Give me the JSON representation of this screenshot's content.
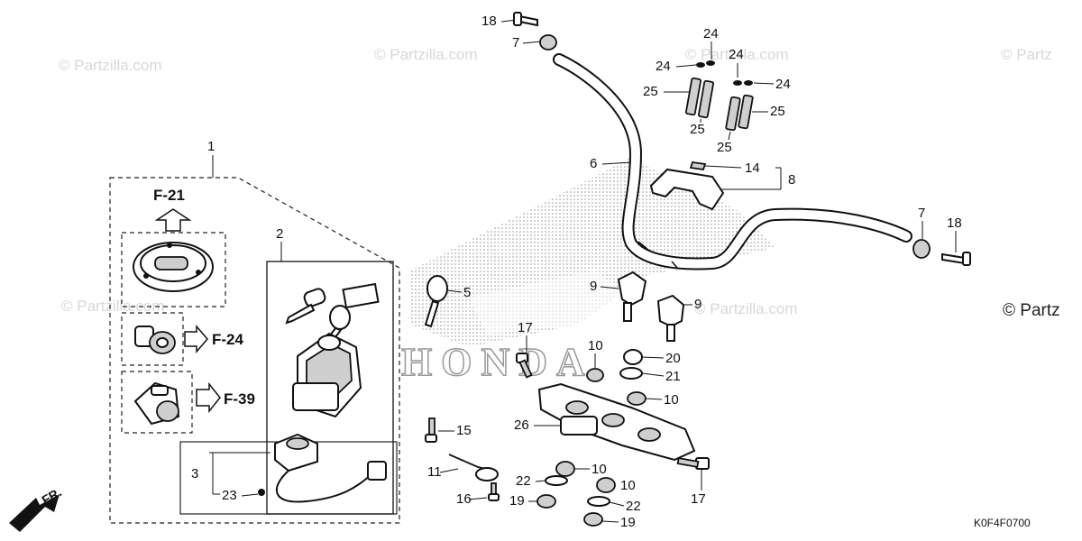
{
  "watermarks": [
    "© Partzilla.com",
    "© Partzilla.com",
    "© Partzilla.com",
    "© Partz",
    "© Partzilla.com",
    "© Partzilla.com",
    "© Partz"
  ],
  "refs": {
    "f21": "F-21",
    "f24": "F-24",
    "f39": "F-39",
    "fr": "FR."
  },
  "callouts": {
    "c1": "1",
    "c2": "2",
    "c3": "3",
    "c5": "5",
    "c6": "6",
    "c7a": "7",
    "c7b": "7",
    "c8": "8",
    "c9a": "9",
    "c9b": "9",
    "c10a": "10",
    "c10b": "10",
    "c10c": "10",
    "c10d": "10",
    "c11": "11",
    "c14": "14",
    "c15": "15",
    "c16": "16",
    "c17a": "17",
    "c17b": "17",
    "c18a": "18",
    "c18b": "18",
    "c19a": "19",
    "c19b": "19",
    "c20": "20",
    "c21": "21",
    "c22a": "22",
    "c22b": "22",
    "c23": "23",
    "c24a": "24",
    "c24b": "24",
    "c24c": "24",
    "c24d": "24",
    "c25a": "25",
    "c25b": "25",
    "c25c": "25",
    "c25d": "25",
    "c26": "26"
  },
  "brand_logo_text": "HONDA",
  "diagram_code": "K0F4F0700"
}
